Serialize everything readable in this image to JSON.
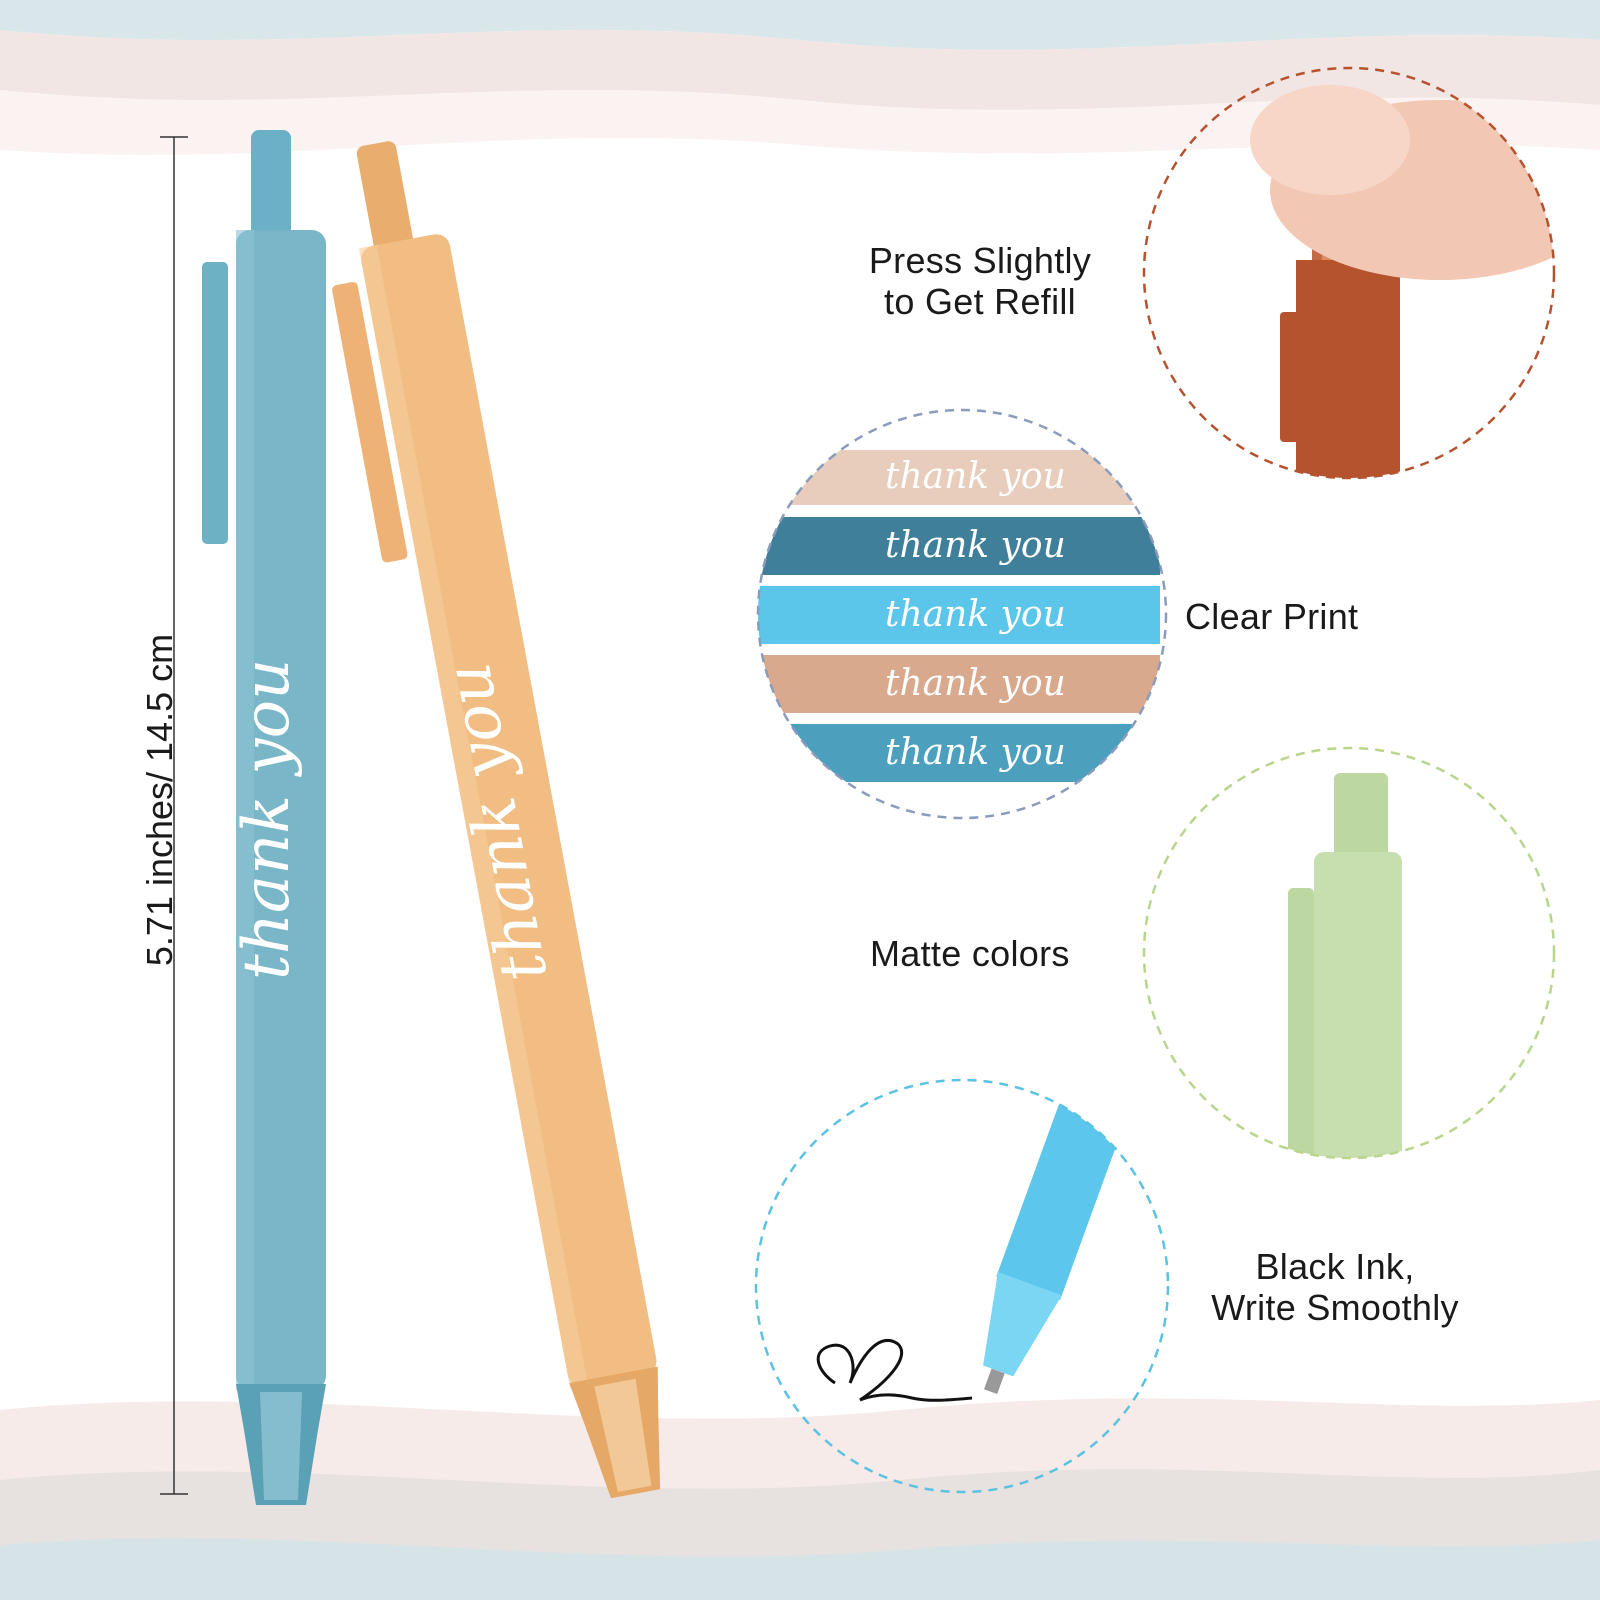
{
  "dimension": {
    "label": "5.71 inches/ 14.5 cm"
  },
  "pens": {
    "left": {
      "print": "thank you",
      "color": "#79b6c8"
    },
    "right": {
      "print": "thank you",
      "color": "#f1bd82"
    }
  },
  "features": {
    "refill": {
      "label": "Press Slightly\nto Get Refill",
      "pen_color": "#b4532e",
      "circle_color": "#b4532e"
    },
    "print": {
      "label": "Clear Print",
      "strip_text": "thank you",
      "circle_color": "#8a9bbb",
      "strip_colors": [
        "#e8cdbd",
        "#3f7f9a",
        "#5cc6ea",
        "#d9a98e",
        "#4d9fbe"
      ]
    },
    "matte": {
      "label": "Matte colors",
      "pen_color": "#c7dfae",
      "circle_color": "#b9d58c"
    },
    "ink": {
      "label": "Black Ink,\nWrite Smoothly",
      "pen_color": "#5cc6ec",
      "circle_color": "#5cc2e2"
    }
  }
}
